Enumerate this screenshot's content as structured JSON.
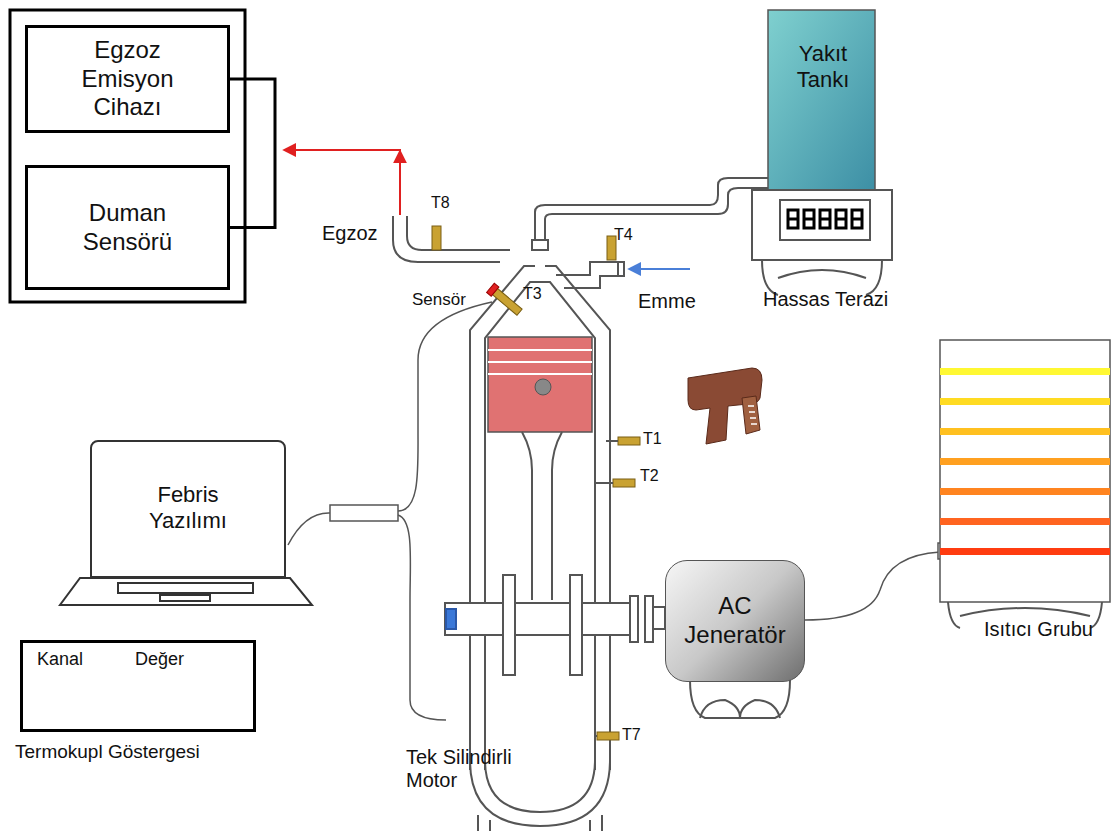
{
  "diagram": {
    "nodes": [
      {
        "text": [
          "Egzoz Emisyon Cihazı"
        ]
      },
      {
        "text": [
          "Duman Sensörü"
        ]
      },
      {
        "text": [
          "Yakıt Tankı"
        ]
      },
      {
        "text": [
          "Febris Yazılımı"
        ]
      },
      {
        "text": [
          "AC Jeneratör"
        ]
      },
      {
        "text": [
          "Kanal",
          "Değer",
          "Termokupl Göstergesi"
        ]
      }
    ],
    "edges": [
      {
        "from": 0,
        "to": 1,
        "arrow": "none"
      }
    ],
    "labels": [
      "Egzoz",
      "T8",
      "T4",
      "Sensör",
      "T3",
      "Emme",
      "Hassas Terazi",
      "T1",
      "T2",
      "T7",
      "Tek Silindirli Motor",
      "Isıtıcı Grubu"
    ]
  }
}
